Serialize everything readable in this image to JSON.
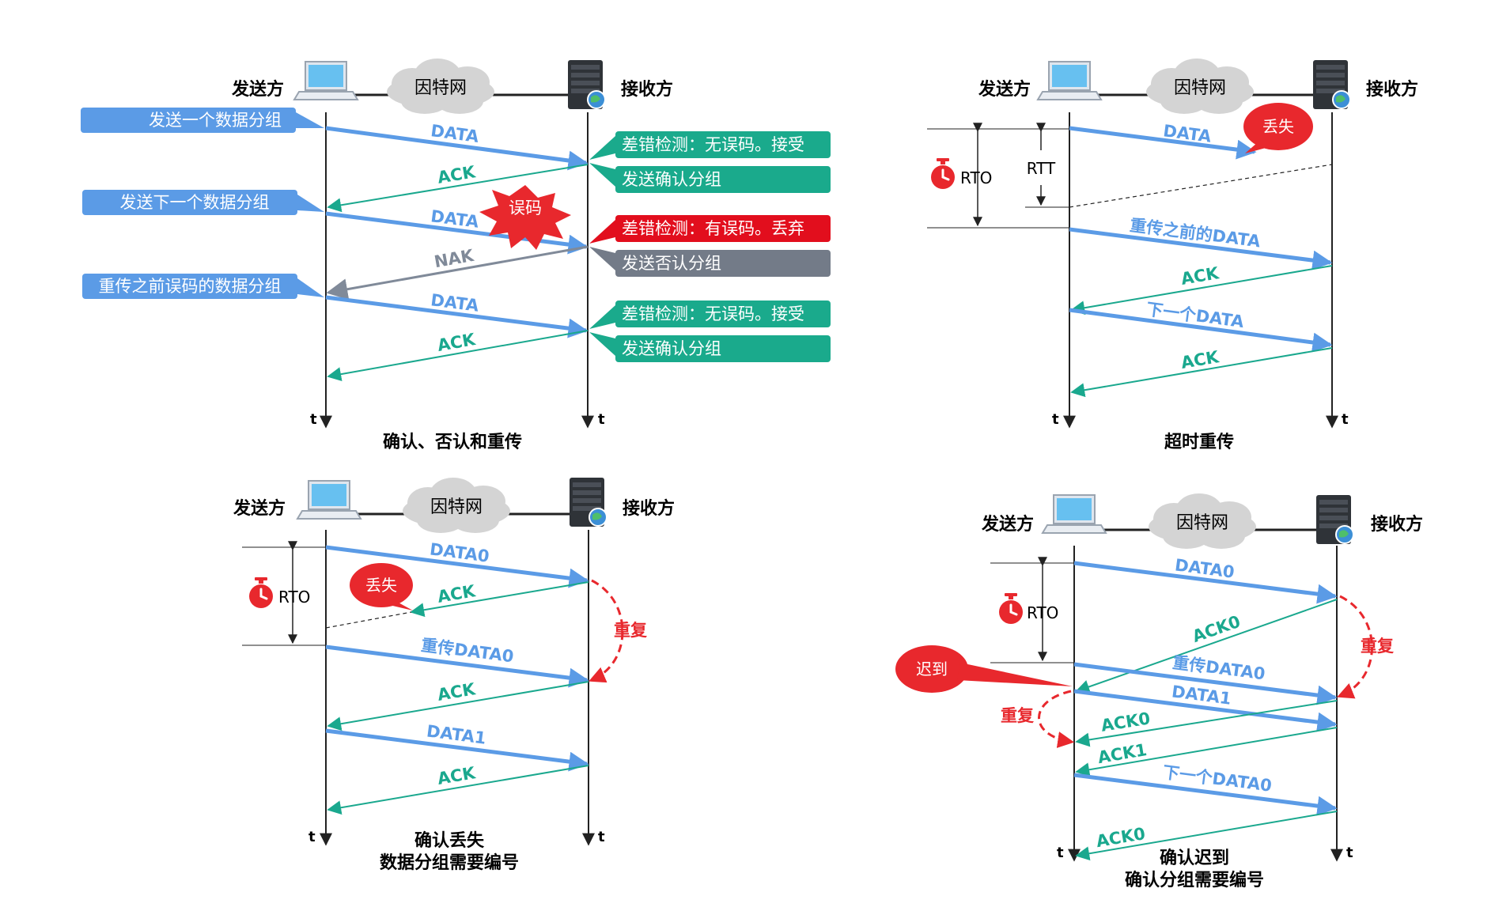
{
  "colors": {
    "data": "#5b9be6",
    "ack": "#1aa88e",
    "nak": "#808a99",
    "red": "#e8282d",
    "callout_blue": "#5b9be6",
    "callout_green": "#1aaa8c",
    "callout_red": "#e20e1d",
    "callout_gray": "#737b88",
    "cloud": "#d4d4d4"
  },
  "common": {
    "sender": "发送方",
    "receiver": "接收方",
    "internet": "因特网",
    "time": "t",
    "rto": "RTO",
    "rtt": "RTT"
  },
  "panel1": {
    "caption": "确认、否认和重传",
    "sender_notes": [
      "发送一个数据分组",
      "发送下一个数据分组",
      "重传之前误码的数据分组"
    ],
    "receiver_notes": [
      "差错检测：无误码。接受",
      "发送确认分组",
      "差错检测：有误码。丢弃",
      "发送否认分组",
      "差错检测：无误码。接受",
      "发送确认分组"
    ],
    "arrows": [
      "DATA",
      "ACK",
      "DATA",
      "NAK",
      "DATA",
      "ACK"
    ],
    "burst": "误码"
  },
  "panel2": {
    "caption": "超时重传",
    "arrows": [
      "DATA",
      "重传之前的DATA",
      "ACK",
      "下一个DATA",
      "ACK"
    ],
    "lost": "丢失"
  },
  "panel3": {
    "caption_lines": [
      "确认丢失",
      "数据分组需要编号"
    ],
    "arrows": [
      "DATA0",
      "ACK",
      "重传DATA0",
      "ACK",
      "DATA1",
      "ACK"
    ],
    "lost": "丢失",
    "dup": "重复"
  },
  "panel4": {
    "caption_lines": [
      "确认迟到",
      "确认分组需要编号"
    ],
    "arrows": [
      "DATA0",
      "ACK0",
      "重传DATA0",
      "DATA1",
      "ACK0",
      "ACK1",
      "下一个DATA0",
      "ACK0"
    ],
    "late": "迟到",
    "dup_right": "重复",
    "dup_left": "重复"
  }
}
